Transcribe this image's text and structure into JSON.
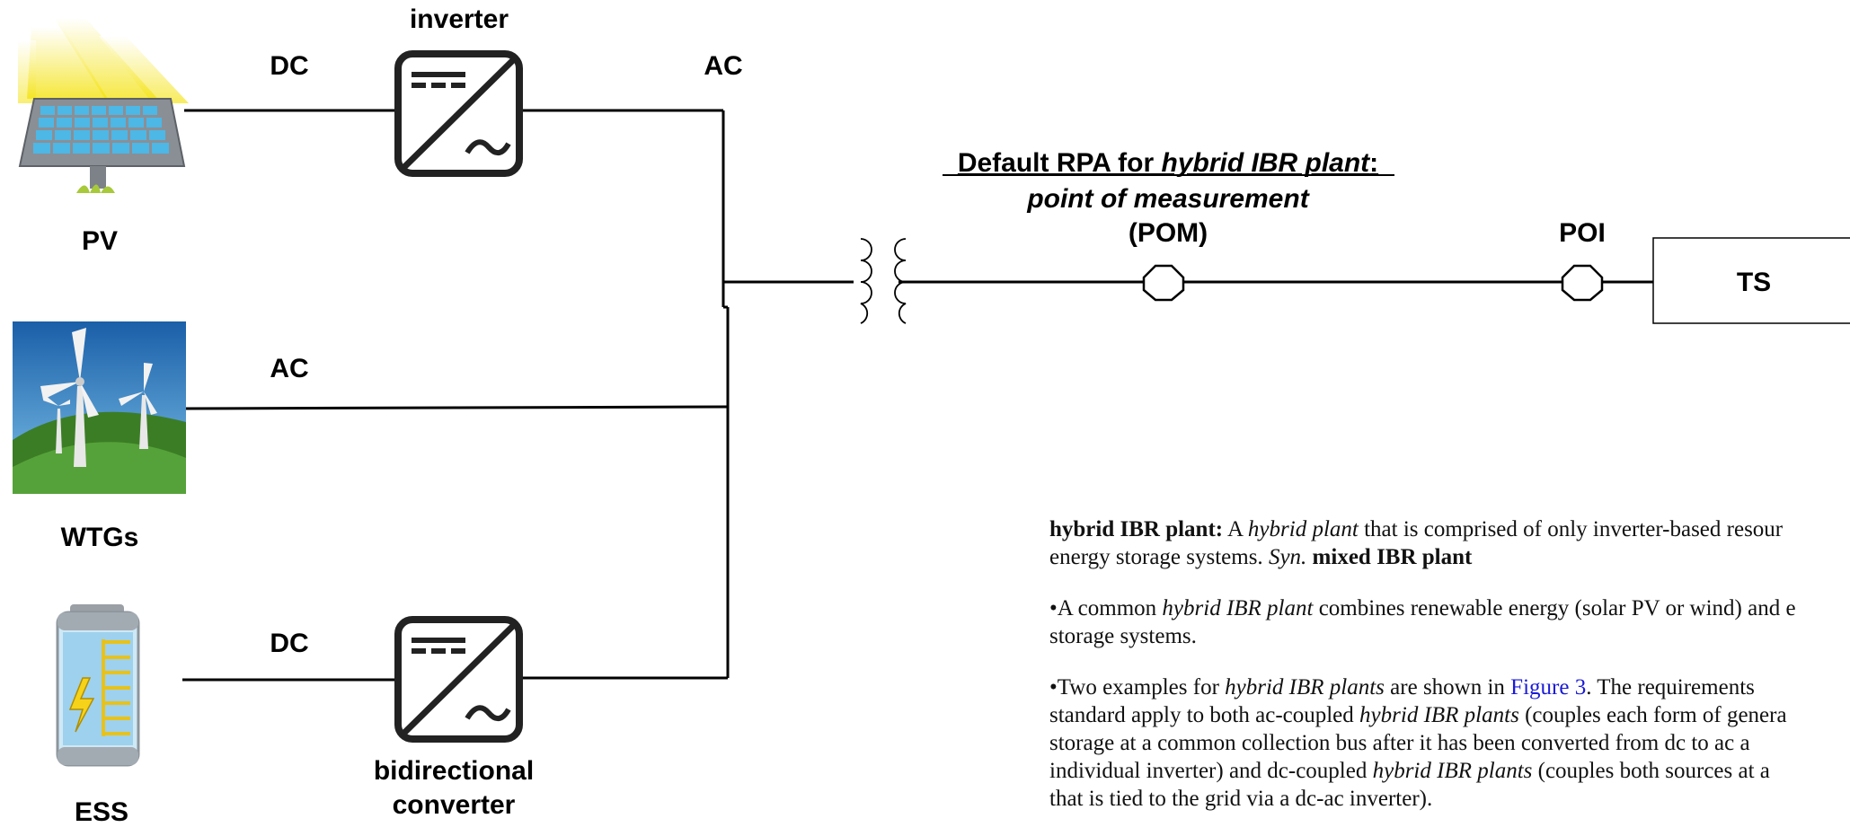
{
  "diagram": {
    "labels": {
      "inverter": "inverter",
      "dc_pv": "DC",
      "ac_top": "AC",
      "pv": "PV",
      "ac_wind": "AC",
      "wtgs": "WTGs",
      "dc_ess": "DC",
      "ess": "ESS",
      "bidir_line1": "bidirectional",
      "bidir_line2": "converter",
      "rpa_line1_prefix": "Default RPA for ",
      "rpa_line1_italic": "hybrid IBR plant",
      "rpa_line1_suffix": ":",
      "rpa_line2": "point of measurement",
      "rpa_line3": "(POM)",
      "poi": "POI",
      "ts": "TS"
    },
    "colors": {
      "line": "#000000",
      "converter_stroke": "#222222",
      "sky": "#1f6fb3",
      "hill": "#3f8c2a",
      "sun": "#f3e000",
      "panel": "#3fb0e0",
      "battery": "#9ed1ee",
      "bolt": "#f6d21a"
    }
  },
  "definition": {
    "term": "hybrid IBR plant:",
    "text1_a": " A ",
    "text1_italic": "hybrid plant",
    "text1_b": " that is comprised of only inverter-based resour",
    "text1_c": "energy storage systems. ",
    "syn": "Syn.",
    "syn_term": " mixed IBR plant",
    "p2_a": "•A common ",
    "p2_italic": "hybrid IBR plant",
    "p2_b": " combines renewable energy (solar PV or wind) and e",
    "p2_c": "storage systems.",
    "p3_a": "•Two examples for ",
    "p3_italic1": "hybrid IBR plants",
    "p3_b": " are shown in ",
    "p3_link": "Figure 3",
    "p3_c": ". The requirements",
    "p3_d": "standard apply to both ac-coupled ",
    "p3_italic2": "hybrid IBR plants",
    "p3_e": " (couples each form of genera",
    "p3_f": "storage at a common collection bus after it has been converted from dc to ac a",
    "p3_g": "individual inverter) and dc-coupled ",
    "p3_italic3": "hybrid IBR plants",
    "p3_h": " (couples both sources at a",
    "p3_i": "that is tied to the grid via a dc-ac inverter)."
  }
}
